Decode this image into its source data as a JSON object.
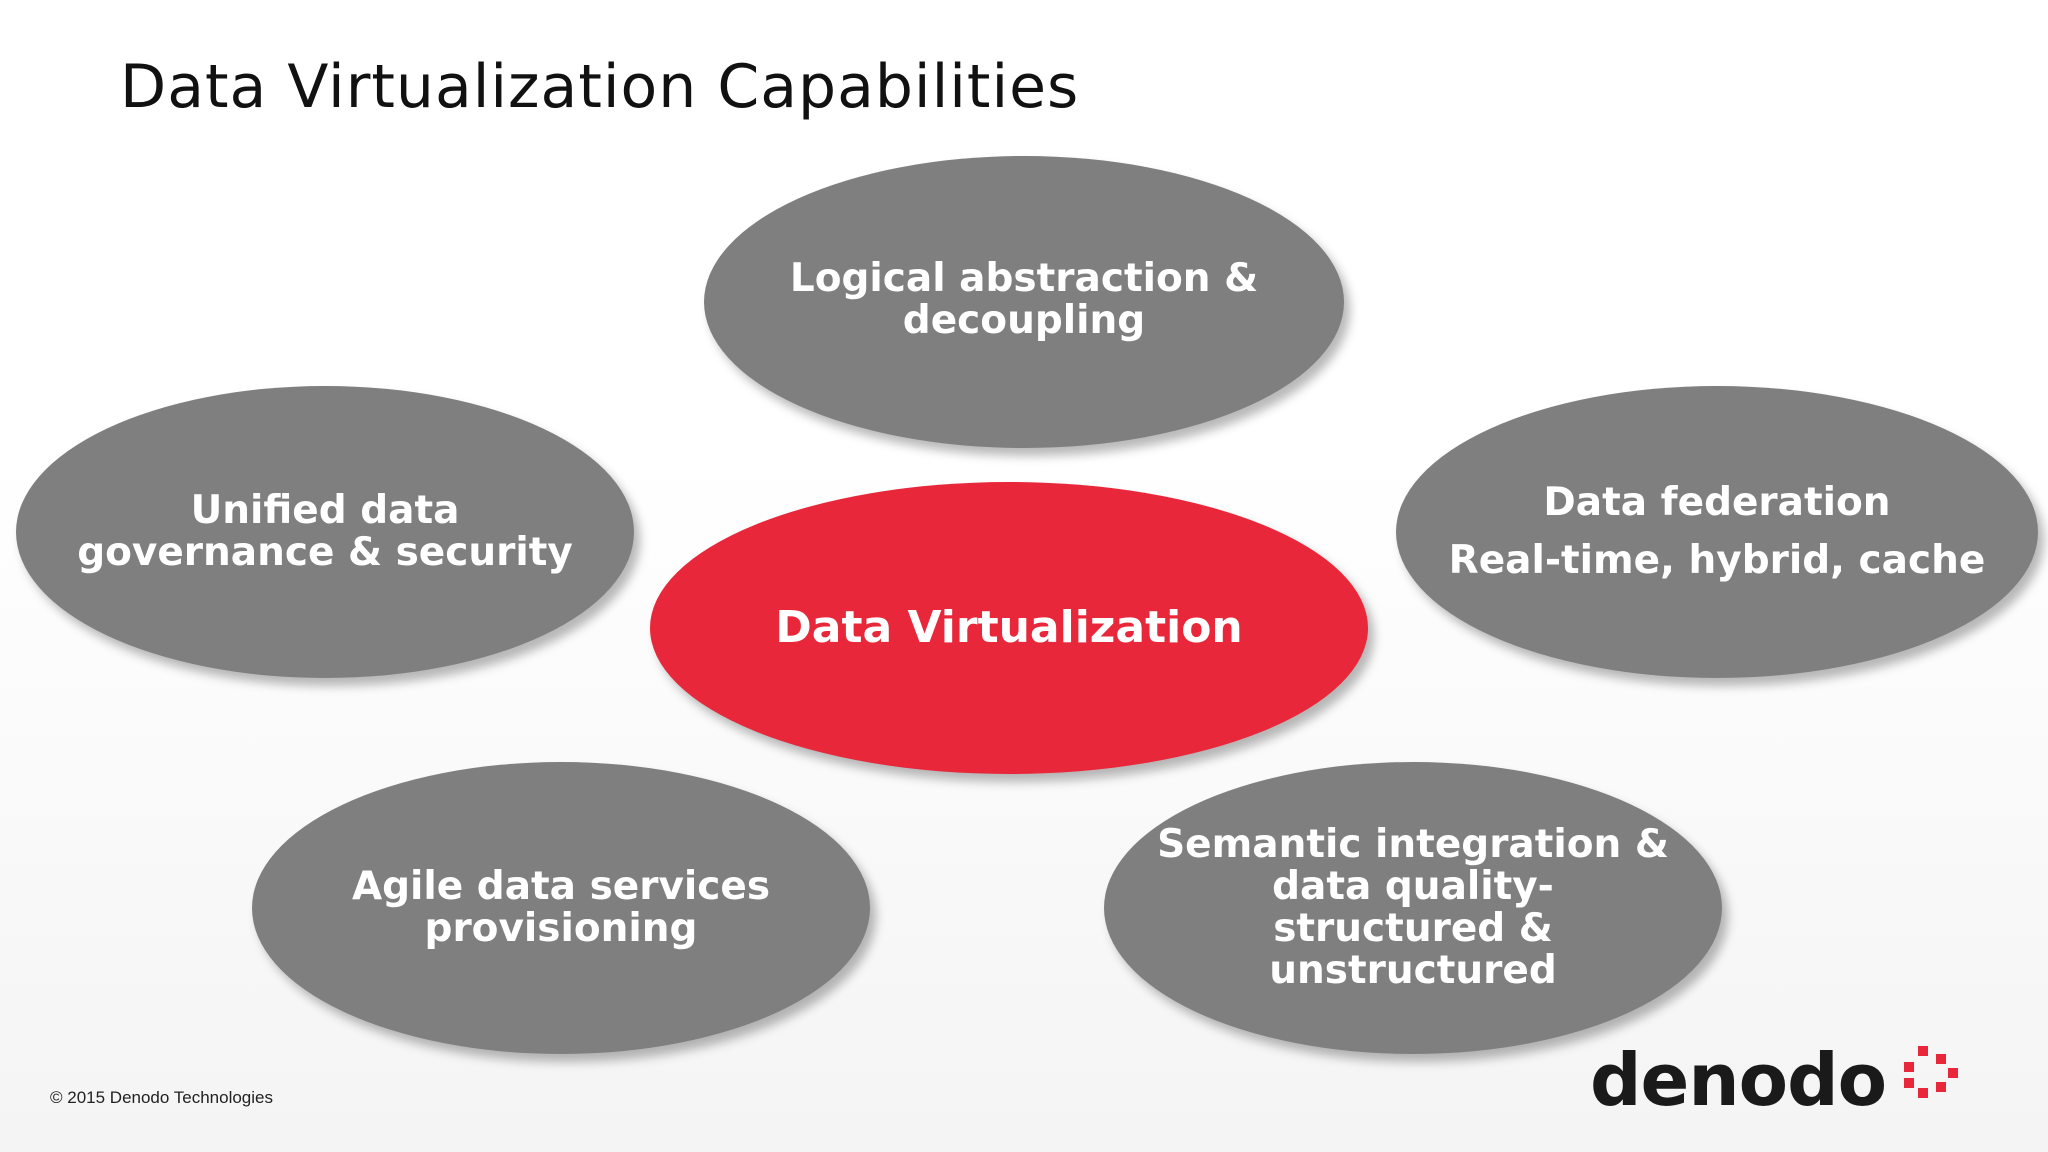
{
  "slide": {
    "title": "Data Virtualization Capabilities"
  },
  "diagram": {
    "center": {
      "lines": [
        "Data Virtualization"
      ]
    },
    "nodes": [
      {
        "id": "top",
        "lines": [
          "Logical abstraction &",
          "decoupling"
        ]
      },
      {
        "id": "left",
        "lines": [
          "Unified data",
          "governance & security"
        ]
      },
      {
        "id": "right",
        "lines": [
          "Data federation",
          "Real-time, hybrid, cache"
        ]
      },
      {
        "id": "bottom-left",
        "lines": [
          "Agile data services",
          "provisioning"
        ]
      },
      {
        "id": "bottom-right",
        "lines": [
          "Semantic integration &",
          "data quality-",
          "structured &",
          "unstructured"
        ]
      }
    ],
    "colors": {
      "node_fill": "#7f7f7f",
      "center_fill": "#e8283a",
      "text": "#ffffff"
    }
  },
  "footer": {
    "copyright": "© 2015 Denodo Technologies",
    "logo_text": "denodo",
    "logo_accent_color": "#e8283a"
  }
}
